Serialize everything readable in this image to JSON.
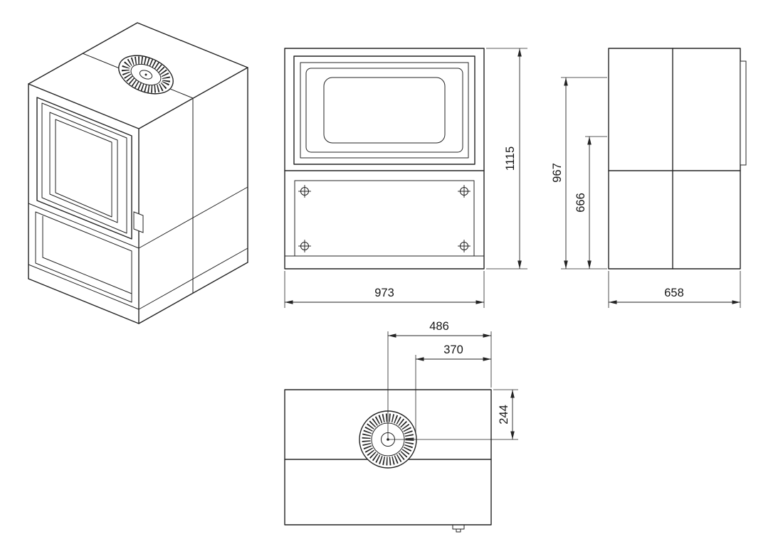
{
  "drawing": {
    "background_color": "#ffffff",
    "line_color": "#232323",
    "dimensions": {
      "overall_height": "1115",
      "overall_width": "973",
      "overall_depth": "658",
      "side_upper_height": "967",
      "side_lower_height": "666",
      "flue_center_from_side": "486",
      "flue_edge_from_side": "370",
      "flue_center_from_rear": "244"
    }
  }
}
